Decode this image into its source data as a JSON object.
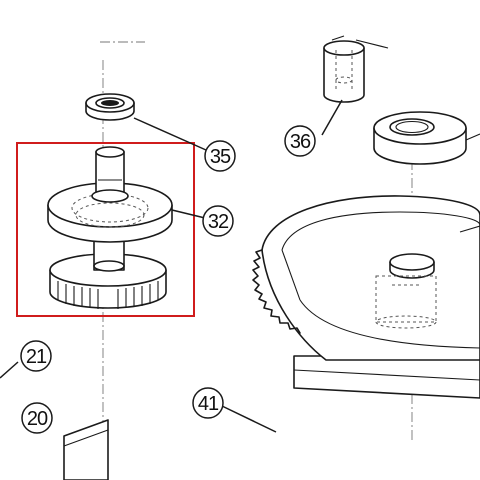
{
  "callouts": {
    "p35": "35",
    "p36": "36",
    "p32": "32",
    "p21": "21",
    "p20": "20",
    "p41": "41"
  },
  "colors": {
    "highlight": "#d01c1c",
    "line": "#1a1a1a",
    "background": "#ffffff"
  }
}
